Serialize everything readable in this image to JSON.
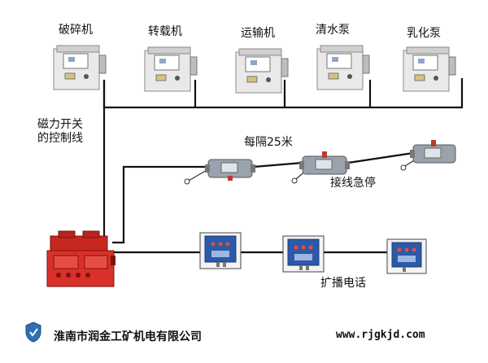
{
  "colors": {
    "wire": "#111111",
    "cabinet_face": "#f4f4f4",
    "cabinet_edge": "#8a8a8a",
    "main_box": "#d9302a",
    "phone_box": "#2b5aa8",
    "estop_body": "#9aa3ad",
    "estop_accent": "#c0392b"
  },
  "units": {
    "crusher": "破碎机",
    "reloader": "转载机",
    "conveyor": "运输机",
    "water_pump": "清水泵",
    "emulsion_pump": "乳化泵"
  },
  "labels": {
    "control_line_1": "磁力开关",
    "control_line_2": "的控制线",
    "interval": "每隔25米",
    "emergency_stop": "接线急停",
    "broadcast_phone": "扩播电话"
  },
  "footer": {
    "company": "淮南市润金工矿机电有限公司",
    "website": "www.rjgkjd.com"
  },
  "icons": {
    "logo": "shield-logo-icon",
    "switch": "magnetic-switch-cabinet-icon",
    "estop": "emergency-stop-switch-icon",
    "phone": "broadcast-phone-box-icon",
    "controller": "main-control-box-icon"
  }
}
